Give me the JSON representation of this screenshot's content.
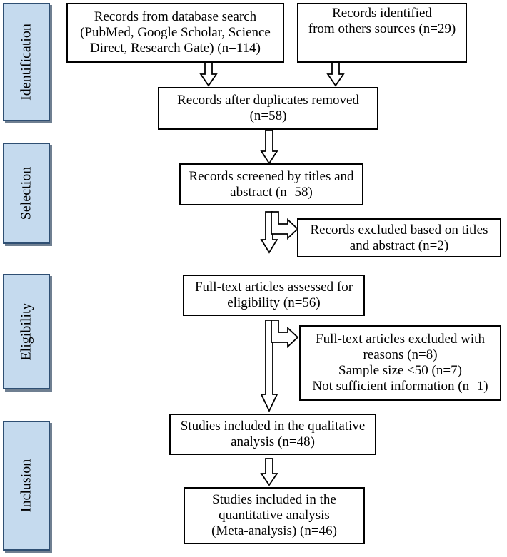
{
  "phases": {
    "identification": "Identification",
    "selection": "Selection",
    "eligibility": "Eligibility",
    "inclusion": "Inclusion"
  },
  "boxes": {
    "database_search": "Records from database search\n(PubMed, Google Scholar, Science\nDirect, Research Gate) (n=114)",
    "other_sources": "Records identified\nfrom others sources (n=29)",
    "duplicates_removed": "Records after duplicates removed\n(n=58)",
    "screened": "Records screened by titles and\nabstract (n=58)",
    "excluded_titles": "Records excluded based on titles\nand abstract (n=2)",
    "fulltext_assessed": "Full-text articles assessed for\neligibility (n=56)",
    "fulltext_excluded": {
      "line1": "Full-text articles excluded with",
      "line2": "reasons (n=8)",
      "line3": "Sample size <50 (n=7)",
      "line4": "Not sufficient information (n=1)"
    },
    "qualitative": "Studies included in the qualitative\nanalysis (n=48)",
    "quantitative": "Studies included in the\nquantitative analysis\n(Meta-analysis) (n=46)"
  }
}
